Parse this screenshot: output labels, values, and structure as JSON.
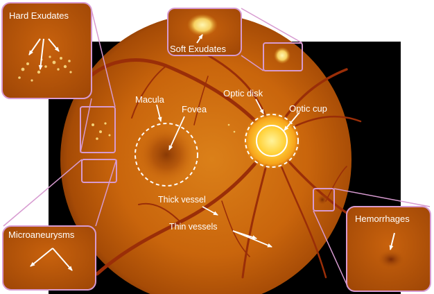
{
  "figure": {
    "labels": {
      "hard_exudates": "Hard Exudates",
      "soft_exudates": "Soft Exudates",
      "macula": "Macula",
      "fovea": "Fovea",
      "optic_disk": "Optic disk",
      "optic_cup": "Optic cup",
      "thick_vessel": "Thick vessel",
      "thin_vessels": "Thin vessels",
      "microaneurysms": "Microaneurysms",
      "hemorrhages": "Hemorrhages"
    },
    "colors": {
      "background": "#ffffff",
      "frame_black": "#000000",
      "retina_center": "#d97a14",
      "retina_edge": "#8a3a05",
      "vessel": "#9a2e08",
      "optic_disk": "#ffd23a",
      "callout_border": "#d79ad0",
      "annotation": "#ffffff"
    }
  }
}
